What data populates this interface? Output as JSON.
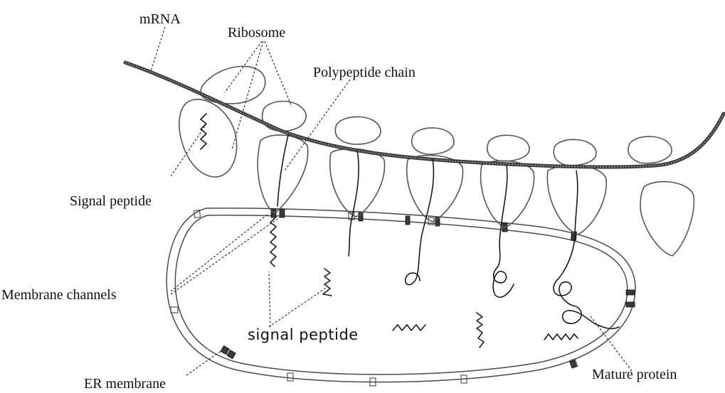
{
  "diagram": {
    "labels": {
      "mrna": "mRNA",
      "ribosome": "Ribosome",
      "polypeptide_chain": "Polypeptide chain",
      "signal_peptide_top": "Signal peptide",
      "membrane_channels": "Membrane channels",
      "signal_peptide_lower": "signal peptide",
      "er_membrane": "ER membrane",
      "mature_protein": "Mature protein"
    }
  }
}
